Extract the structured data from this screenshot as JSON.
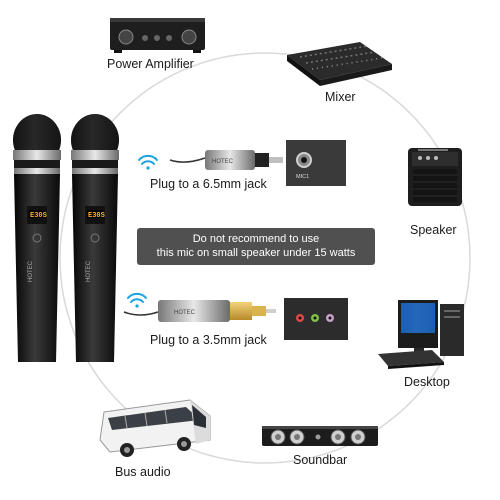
{
  "devices": {
    "power_amplifier": "Power Amplifier",
    "mixer": "Mixer",
    "speaker": "Speaker",
    "desktop": "Desktop",
    "soundbar": "Soundbar",
    "bus_audio": "Bus audio"
  },
  "receivers": {
    "jack_65": "Plug to a 6.5mm jack",
    "jack_35": "Plug to a 3.5mm jack"
  },
  "panel_labels": {
    "mic_input": "MIC1"
  },
  "brand": "HOTEC",
  "mic_display": "E30S",
  "notice": {
    "line1": "Do not recommend to use",
    "line2": "this mic on small speaker under 15 watts"
  },
  "colors": {
    "circle": "#d9d9d9",
    "notice_bg": "#505050",
    "wifi": "#1aa3e0",
    "mic_display": "#ffb020"
  }
}
